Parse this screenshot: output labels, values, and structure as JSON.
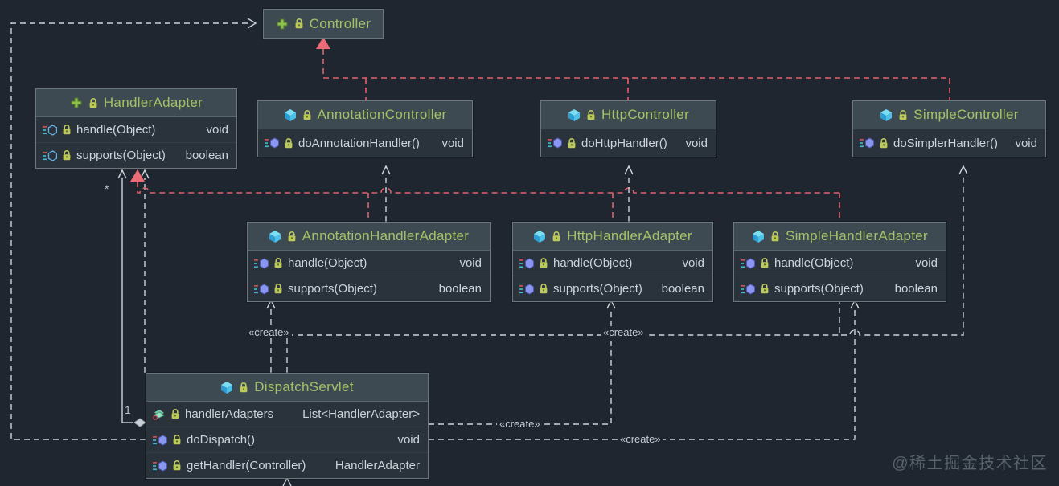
{
  "watermark": "@稀土掘金技术社区",
  "edge_labels": {
    "create": "«create»",
    "many": "*",
    "one": "1"
  },
  "colors": {
    "background": "#1f262f",
    "box_body": "#2a323c",
    "box_header": "#3e4a52",
    "title_green": "#a3c266",
    "member_text": "#ccd3da",
    "realization_red": "#e4616d",
    "dependency_line": "#ccd3d9",
    "watermark": "#58626d"
  },
  "icons": {
    "interface": "interface-icon",
    "class": "class-icon",
    "method": "method-icon",
    "field": "field-icon",
    "lock": "lock-icon"
  },
  "classes": [
    {
      "name": "Controller",
      "stereotype": "interface",
      "members": []
    },
    {
      "name": "HandlerAdapter",
      "stereotype": "interface",
      "members": [
        {
          "label": "handle(Object)",
          "type": "void"
        },
        {
          "label": "supports(Object)",
          "type": "boolean"
        }
      ]
    },
    {
      "name": "AnnotationController",
      "stereotype": "class",
      "members": [
        {
          "label": "doAnnotationHandler()",
          "type": "void"
        }
      ]
    },
    {
      "name": "HttpController",
      "stereotype": "class",
      "members": [
        {
          "label": "doHttpHandler()",
          "type": "void"
        }
      ]
    },
    {
      "name": "SimpleController",
      "stereotype": "class",
      "members": [
        {
          "label": "doSimplerHandler()",
          "type": "void"
        }
      ]
    },
    {
      "name": "AnnotationHandlerAdapter",
      "stereotype": "class",
      "members": [
        {
          "label": "handle(Object)",
          "type": "void"
        },
        {
          "label": "supports(Object)",
          "type": "boolean"
        }
      ]
    },
    {
      "name": "HttpHandlerAdapter",
      "stereotype": "class",
      "members": [
        {
          "label": "handle(Object)",
          "type": "void"
        },
        {
          "label": "supports(Object)",
          "type": "boolean"
        }
      ]
    },
    {
      "name": "SimpleHandlerAdapter",
      "stereotype": "class",
      "members": [
        {
          "label": "handle(Object)",
          "type": "void"
        },
        {
          "label": "supports(Object)",
          "type": "boolean"
        }
      ]
    },
    {
      "name": "DispatchServlet",
      "stereotype": "class",
      "members": [
        {
          "label": "handlerAdapters",
          "type": "List<HandlerAdapter>"
        },
        {
          "label": "doDispatch()",
          "type": "void"
        },
        {
          "label": "getHandler(Controller)",
          "type": "HandlerAdapter"
        }
      ]
    }
  ]
}
